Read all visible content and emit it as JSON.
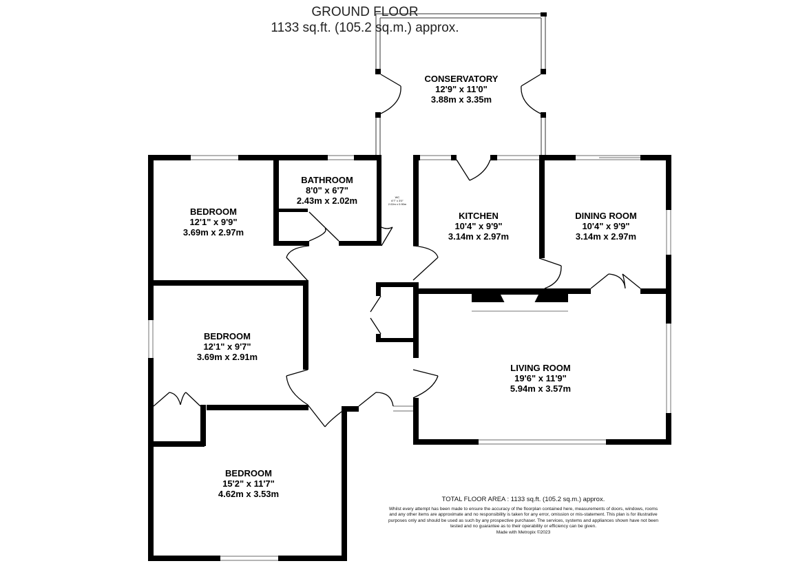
{
  "header": {
    "floor_name": "GROUND FLOOR",
    "area": "1133 sq.ft. (105.2 sq.m.) approx."
  },
  "rooms": {
    "conservatory": {
      "name": "CONSERVATORY",
      "imperial": "12'9\" x 11'0\"",
      "metric": "3.88m x 3.35m"
    },
    "bathroom": {
      "name": "BATHROOM",
      "imperial": "8'0\" x 6'7\"",
      "metric": "2.43m x 2.02m"
    },
    "wc": {
      "name": "WC",
      "imperial": "6'7\" x 3'0\"",
      "metric": "2.02m x 0.90m"
    },
    "kitchen": {
      "name": "KITCHEN",
      "imperial": "10'4\" x 9'9\"",
      "metric": "3.14m x 2.97m"
    },
    "dining_room": {
      "name": "DINING ROOM",
      "imperial": "10'4\" x 9'9\"",
      "metric": "3.14m x 2.97m"
    },
    "bedroom_1": {
      "name": "BEDROOM",
      "imperial": "12'1\" x 9'9\"",
      "metric": "3.69m x 2.97m"
    },
    "bedroom_2": {
      "name": "BEDROOM",
      "imperial": "12'1\" x 9'7\"",
      "metric": "3.69m x 2.91m"
    },
    "bedroom_3": {
      "name": "BEDROOM",
      "imperial": "15'2\" x 11'7\"",
      "metric": "4.62m x 3.53m"
    },
    "living_room": {
      "name": "LIVING ROOM",
      "imperial": "19'6\" x 11'9\"",
      "metric": "5.94m x 3.57m"
    }
  },
  "footer": {
    "total_area": "TOTAL FLOOR AREA : 1133 sq.ft. (105.2 sq.m.) approx.",
    "disclaimer": "Whilst every attempt has been made to ensure the accuracy of the floorplan contained here, measurements of doors, windows, rooms and any other items are approximate and no responsibility is taken for any error, omission or mis-statement. This plan is for illustrative purposes only and should be used as such by any prospective purchaser. The services, systems and appliances shown have not been tested and no guarantee as to their operability or efficiency can be given.",
    "made_with": "Made with Metropix ©2023"
  },
  "colors": {
    "wall": "#000000",
    "window": "#9a9a9a",
    "background": "#ffffff"
  }
}
